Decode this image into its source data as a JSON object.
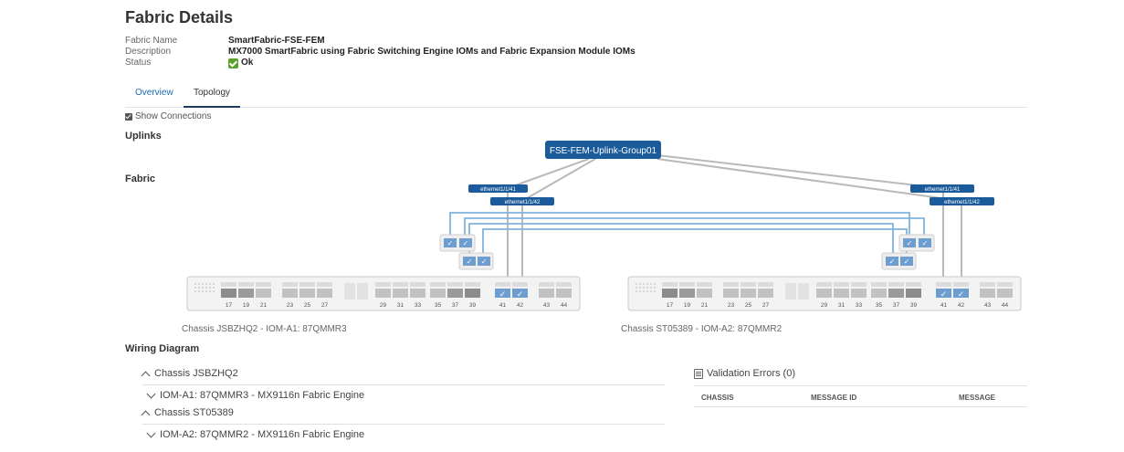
{
  "page": {
    "title": "Fabric Details"
  },
  "details": {
    "name_label": "Fabric Name",
    "name_value": "SmartFabric-FSE-FEM",
    "description_label": "Description",
    "description_value": "MX7000 SmartFabric using Fabric Switching Engine IOMs and Fabric Expansion Module IOMs",
    "status_label": "Status",
    "status_value": "Ok"
  },
  "tabs": [
    {
      "label": "Overview",
      "active": false
    },
    {
      "label": "Topology",
      "active": true
    }
  ],
  "show_connections": {
    "label": "Show Connections",
    "checked": true
  },
  "sections": {
    "uplinks": "Uplinks",
    "fabric": "Fabric",
    "wiring": "Wiring Diagram"
  },
  "topology": {
    "uplink_group": "FSE-FEM-Uplink-Group01",
    "left_port_41": "ethernet1/1/41",
    "left_port_42": "ethernet1/1/42",
    "right_port_41": "ethernet1/1/41",
    "right_port_42": "ethernet1/1/42",
    "port_numbers": [
      "17",
      "19",
      "21",
      "23",
      "25",
      "27",
      "29",
      "31",
      "33",
      "35",
      "37",
      "39",
      "41",
      "42",
      "43",
      "44"
    ],
    "left_caption": "Chassis JSBZHQ2 - IOM-A1: 87QMMR3",
    "right_caption": "Chassis ST05389 - IOM-A2: 87QMMR2",
    "colors": {
      "uplink": "#1b5b9b",
      "connection": "#7fb3de",
      "uplink_line": "#b9b9b9",
      "port_active": "#6d9ecf"
    }
  },
  "wiring": {
    "chassis1": "Chassis JSBZHQ2",
    "iom1": "IOM-A1: 87QMMR3 - MX9116n Fabric Engine",
    "chassis2": "Chassis ST05389",
    "iom2": "IOM-A2: 87QMMR2 - MX9116n Fabric Engine"
  },
  "validation": {
    "title": "Validation Errors (0)",
    "headers": [
      "CHASSIS",
      "MESSAGE ID",
      "MESSAGE"
    ]
  }
}
